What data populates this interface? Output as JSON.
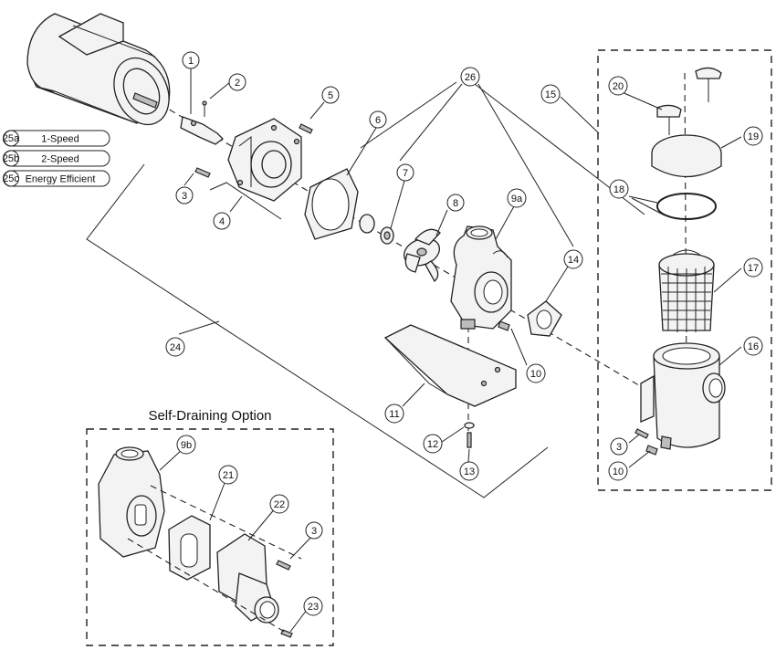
{
  "legend": [
    {
      "code": "25a",
      "label": "1-Speed"
    },
    {
      "code": "25b",
      "label": "2-Speed"
    },
    {
      "code": "25c",
      "label": "Energy Efficient"
    }
  ],
  "inset": {
    "title": "Self-Draining Option"
  },
  "callouts": {
    "c1": "1",
    "c2": "2",
    "c3a": "3",
    "c3b": "3",
    "c3c": "3",
    "c4": "4",
    "c5": "5",
    "c6": "6",
    "c7": "7",
    "c8": "8",
    "c9a": "9a",
    "c9b": "9b",
    "c10a": "10",
    "c10b": "10",
    "c11": "11",
    "c12": "12",
    "c13": "13",
    "c14": "14",
    "c15": "15",
    "c16": "16",
    "c17": "17",
    "c18": "18",
    "c19": "19",
    "c20": "20",
    "c21": "21",
    "c22": "22",
    "c23": "23",
    "c24": "24",
    "c26": "26"
  }
}
